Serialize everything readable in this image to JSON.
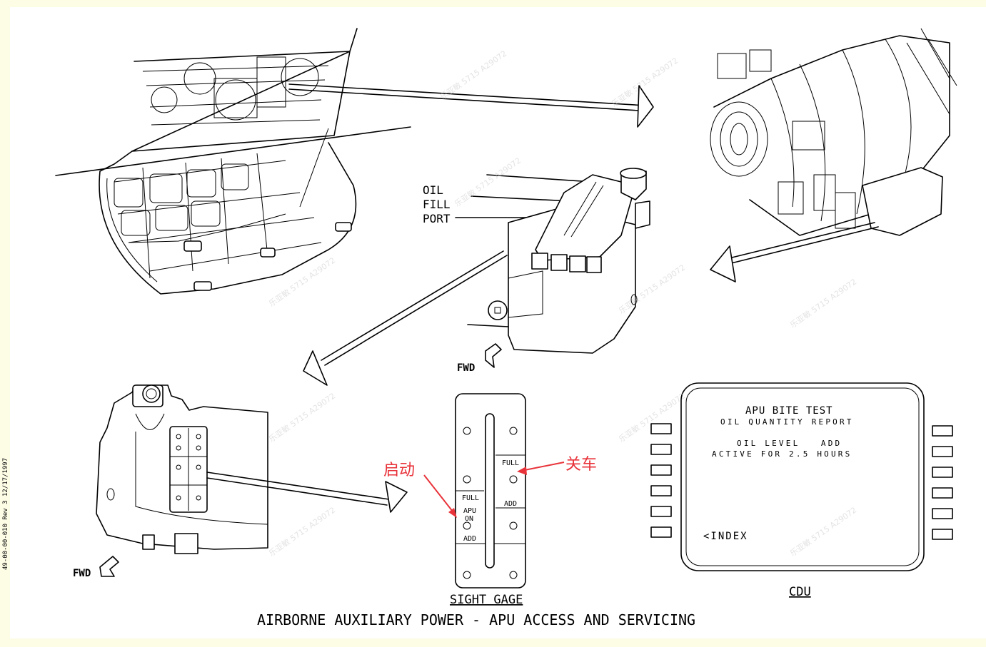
{
  "figure": {
    "title": "AIRBORNE AUXILIARY POWER - APU ACCESS AND SERVICING",
    "side_note": "49-00-00-010 Rev 3 12/17/1997"
  },
  "callouts": {
    "oil_fill_port": [
      "OIL",
      "FILL",
      "PORT"
    ],
    "fwd_tank": "FWD",
    "fwd_apu": "FWD"
  },
  "sight_gage": {
    "caption": "SIGHT GAGE",
    "right_labels": {
      "full": "FULL",
      "add": "ADD"
    },
    "left_labels": {
      "full": "FULL",
      "apu": "APU",
      "on": "ON",
      "add": "ADD"
    }
  },
  "annotations": {
    "start": "启动",
    "shutdown": "关车",
    "color": "#e8333a"
  },
  "cdu": {
    "caption": "CDU",
    "line1": "APU BITE TEST",
    "line2": "OIL QUANTITY REPORT",
    "line3": "OIL LEVEL   ADD",
    "line4": "ACTIVE FOR 2.5 HOURS",
    "line5": "<INDEX"
  },
  "watermark": "乐亚敏 5715 A29072"
}
